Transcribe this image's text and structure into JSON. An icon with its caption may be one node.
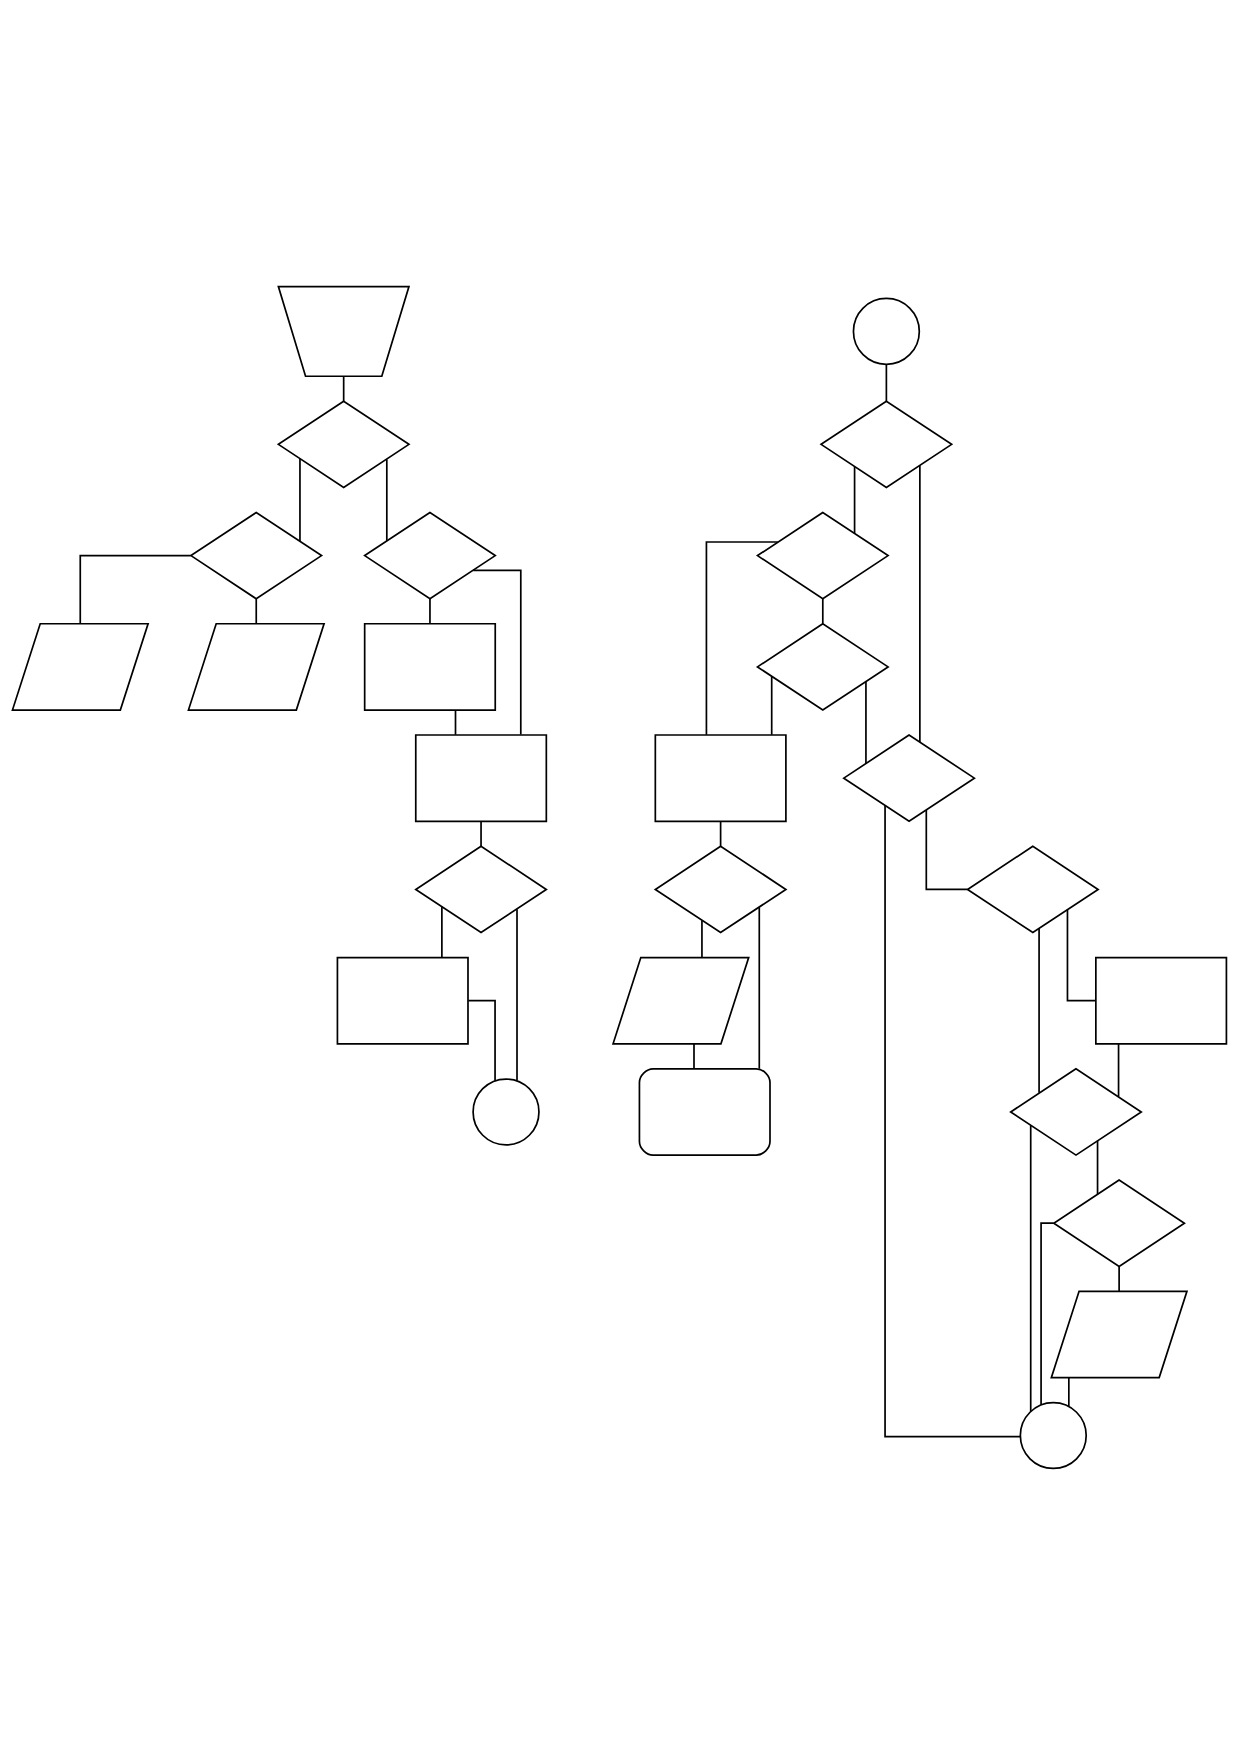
{
  "diagram": {
    "nodes": [
      {
        "text": [],
        "shape": "trapezoid"
      },
      {
        "text": [],
        "shape": "diamond"
      },
      {
        "text": [],
        "shape": "diamond"
      },
      {
        "text": [],
        "shape": "diamond"
      },
      {
        "text": [],
        "shape": "parallelogram"
      },
      {
        "text": [],
        "shape": "box"
      },
      {
        "text": [],
        "shape": "box"
      },
      {
        "text": [],
        "shape": "parallelogram"
      },
      {
        "text": [],
        "shape": "diamond"
      },
      {
        "text": [],
        "shape": "box"
      },
      {
        "text": [],
        "shape": "circle"
      },
      {
        "text": [],
        "shape": "circle"
      },
      {
        "text": [],
        "shape": "diamond"
      },
      {
        "text": [],
        "shape": "diamond"
      },
      {
        "text": [],
        "shape": "diamond"
      },
      {
        "text": [],
        "shape": "diamond"
      },
      {
        "text": [],
        "shape": "box"
      },
      {
        "text": [],
        "shape": "diamond"
      },
      {
        "text": [],
        "shape": "diamond"
      },
      {
        "text": [],
        "shape": "box"
      },
      {
        "text": [],
        "shape": "parallelogram"
      },
      {
        "text": [],
        "shape": "diamond"
      },
      {
        "text": [],
        "shape": "rounded"
      },
      {
        "text": [],
        "shape": "diamond"
      },
      {
        "text": [],
        "shape": "parallelogram"
      },
      {
        "text": [],
        "shape": "circle"
      }
    ],
    "edges": [
      {
        "from": 0,
        "to": 1,
        "arrow": "none"
      },
      {
        "from": 1,
        "to": 2,
        "arrow": "none"
      },
      {
        "from": 1,
        "to": 3,
        "arrow": "none"
      },
      {
        "from": 2,
        "to": 4,
        "arrow": "none"
      },
      {
        "from": 2,
        "to": 7,
        "arrow": "none"
      },
      {
        "from": 3,
        "to": 5,
        "arrow": "none"
      },
      {
        "from": 3,
        "to": 6,
        "arrow": "none"
      },
      {
        "from": 5,
        "to": 6,
        "arrow": "none"
      },
      {
        "from": 6,
        "to": 8,
        "arrow": "none"
      },
      {
        "from": 8,
        "to": 9,
        "arrow": "none"
      },
      {
        "from": 8,
        "to": 10,
        "arrow": "none"
      },
      {
        "from": 9,
        "to": 10,
        "arrow": "none"
      },
      {
        "from": 11,
        "to": 12,
        "arrow": "none"
      },
      {
        "from": 12,
        "to": 13,
        "arrow": "none"
      },
      {
        "from": 12,
        "to": 15,
        "arrow": "none"
      },
      {
        "from": 13,
        "to": 14,
        "arrow": "none"
      },
      {
        "from": 13,
        "to": 16,
        "arrow": "none"
      },
      {
        "from": 14,
        "to": 16,
        "arrow": "none"
      },
      {
        "from": 14,
        "to": 15,
        "arrow": "none"
      },
      {
        "from": 15,
        "to": 17,
        "arrow": "none"
      },
      {
        "from": 15,
        "to": 25,
        "arrow": "none"
      },
      {
        "from": 17,
        "to": 19,
        "arrow": "none"
      },
      {
        "from": 17,
        "to": 21,
        "arrow": "none"
      },
      {
        "from": 19,
        "to": 21,
        "arrow": "none"
      },
      {
        "from": 21,
        "to": 23,
        "arrow": "none"
      },
      {
        "from": 21,
        "to": 25,
        "arrow": "none"
      },
      {
        "from": 23,
        "to": 24,
        "arrow": "none"
      },
      {
        "from": 23,
        "to": 25,
        "arrow": "none"
      },
      {
        "from": 24,
        "to": 25,
        "arrow": "none"
      },
      {
        "from": 16,
        "to": 18,
        "arrow": "none"
      },
      {
        "from": 18,
        "to": 20,
        "arrow": "none"
      },
      {
        "from": 18,
        "to": 22,
        "arrow": "none"
      },
      {
        "from": 20,
        "to": 22,
        "arrow": "none"
      }
    ]
  }
}
